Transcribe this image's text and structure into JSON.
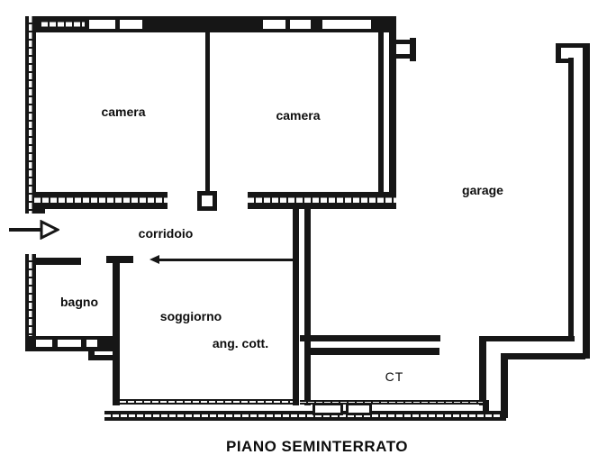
{
  "floorplan": {
    "caption": "PIANO SEMINTERRATO",
    "rooms": [
      {
        "id": "camera-1",
        "label": "camera"
      },
      {
        "id": "camera-2",
        "label": "camera"
      },
      {
        "id": "garage",
        "label": "garage"
      },
      {
        "id": "corridoio",
        "label": "corridoio"
      },
      {
        "id": "bagno",
        "label": "bagno"
      },
      {
        "id": "soggiorno",
        "label": "soggiorno"
      },
      {
        "id": "ang-cott",
        "label": "ang. cott."
      },
      {
        "id": "ct",
        "label": "CT"
      }
    ],
    "icons": [
      {
        "name": "entrance-arrow-icon",
        "meaning": "entrance direction arrow pointing right into corridoio"
      },
      {
        "name": "door-swing-arrow-icon",
        "meaning": "left-pointing arrow on soggiorno top wall"
      }
    ],
    "colors": {
      "wall": "#161616",
      "background": "#ffffff"
    }
  }
}
